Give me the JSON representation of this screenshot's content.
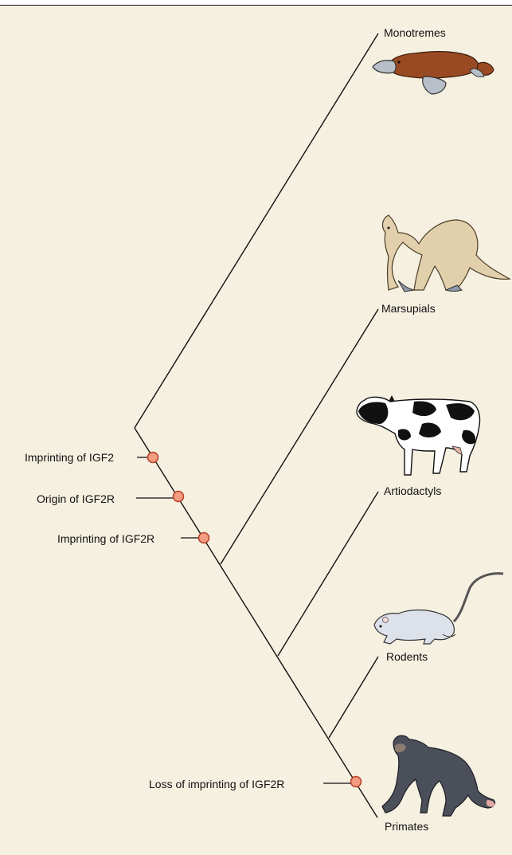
{
  "taxa": {
    "monotremes": "Monotremes",
    "marsupials": "Marsupials",
    "artiodactyls": "Artiodactyls",
    "rodents": "Rodents",
    "primates": "Primates"
  },
  "events": {
    "imprinting_igf2": "Imprinting of IGF2",
    "origin_igf2r": "Origin of IGF2R",
    "imprinting_igf2r": "Imprinting of IGF2R",
    "loss_imprinting_igf2r": "Loss of imprinting of IGF2R"
  },
  "colors": {
    "background": "#f6f0e1",
    "event_marker": "#f39c80",
    "event_marker_edge": "#b8432a",
    "platypus": "#9a4a22",
    "kangaroo": "#e2d0ad",
    "cow_white": "#ffffff",
    "cow_black": "#111111",
    "rat": "#dde2ea",
    "chimp": "#4b4f5a"
  },
  "icons": [
    "platypus-icon",
    "kangaroo-icon",
    "cow-icon",
    "rat-icon",
    "chimpanzee-icon"
  ]
}
